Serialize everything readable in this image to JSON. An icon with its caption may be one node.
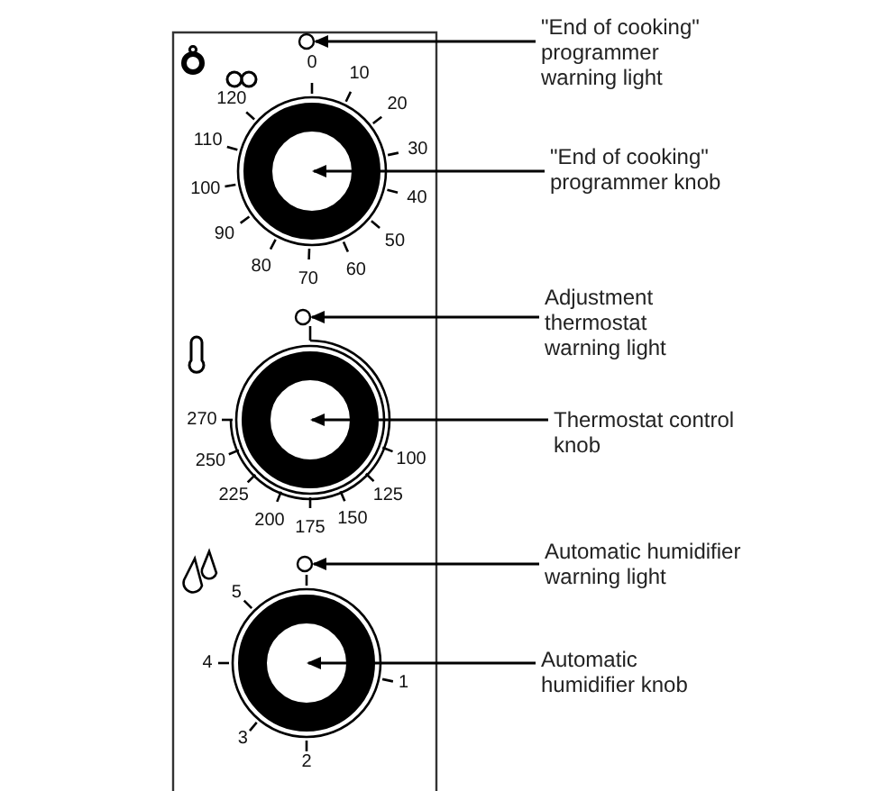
{
  "diagram": {
    "nodes": [
      {
        "text": [],
        "shape": "circle"
      },
      {
        "text": [
          "\"End of cooking\" programmer warning light"
        ]
      },
      {
        "text": [],
        "shape": "circle"
      },
      {
        "text": [
          "\"End of cooking\" programmer knob"
        ]
      },
      {
        "text": [],
        "shape": "circle"
      },
      {
        "text": [
          "Adjustment thermostat warning light"
        ]
      },
      {
        "text": [],
        "shape": "circle"
      },
      {
        "text": [
          "Thermostat control knob"
        ]
      },
      {
        "text": [],
        "shape": "circle"
      },
      {
        "text": [
          "Automatic humidifier warning light"
        ]
      },
      {
        "text": [],
        "shape": "circle"
      },
      {
        "text": [
          "Automatic humidifier knob"
        ]
      }
    ],
    "edges": [
      {
        "from": 1,
        "to": 0,
        "arrow": "to"
      },
      {
        "from": 3,
        "to": 2,
        "arrow": "to"
      },
      {
        "from": 5,
        "to": 4,
        "arrow": "to"
      },
      {
        "from": 7,
        "to": 6,
        "arrow": "to"
      },
      {
        "from": 9,
        "to": 8,
        "arrow": "to"
      },
      {
        "from": 11,
        "to": 10,
        "arrow": "to"
      }
    ],
    "labels": [
      "0",
      "10",
      "20",
      "30",
      "40",
      "50",
      "60",
      "70",
      "80",
      "90",
      "100",
      "110",
      "120",
      "270",
      "250",
      "225",
      "200",
      "175",
      "150",
      "125",
      "100",
      "5",
      "4",
      "3",
      "2",
      "1"
    ]
  }
}
